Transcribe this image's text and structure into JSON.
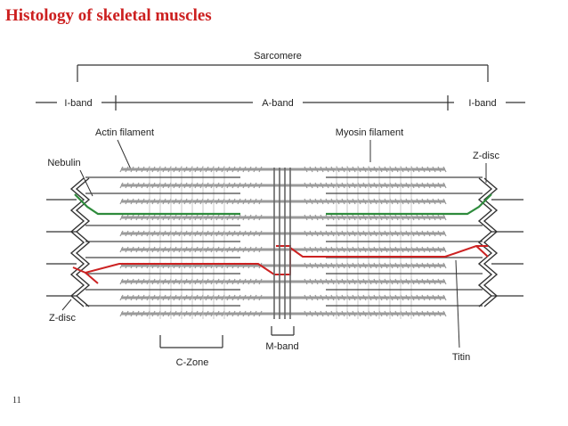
{
  "slide": {
    "title": "Histology of skeletal muscles",
    "page_number": "11"
  },
  "diagram": {
    "labels": {
      "sarcomere": "Sarcomere",
      "i_band_left": "I-band",
      "a_band": "A-band",
      "i_band_right": "I-band",
      "actin_filament": "Actin filament",
      "myosin_filament": "Myosin filament",
      "nebulin": "Nebulin",
      "z_disc_right": "Z-disc",
      "z_disc_left": "Z-disc",
      "c_zone": "C-Zone",
      "m_band": "M-band",
      "titin": "Titin"
    },
    "colors": {
      "nebulin": "#2e8b3c",
      "titin": "#cc2222",
      "filament": "#444444",
      "myosin_heads": "#9a9a9a"
    }
  }
}
